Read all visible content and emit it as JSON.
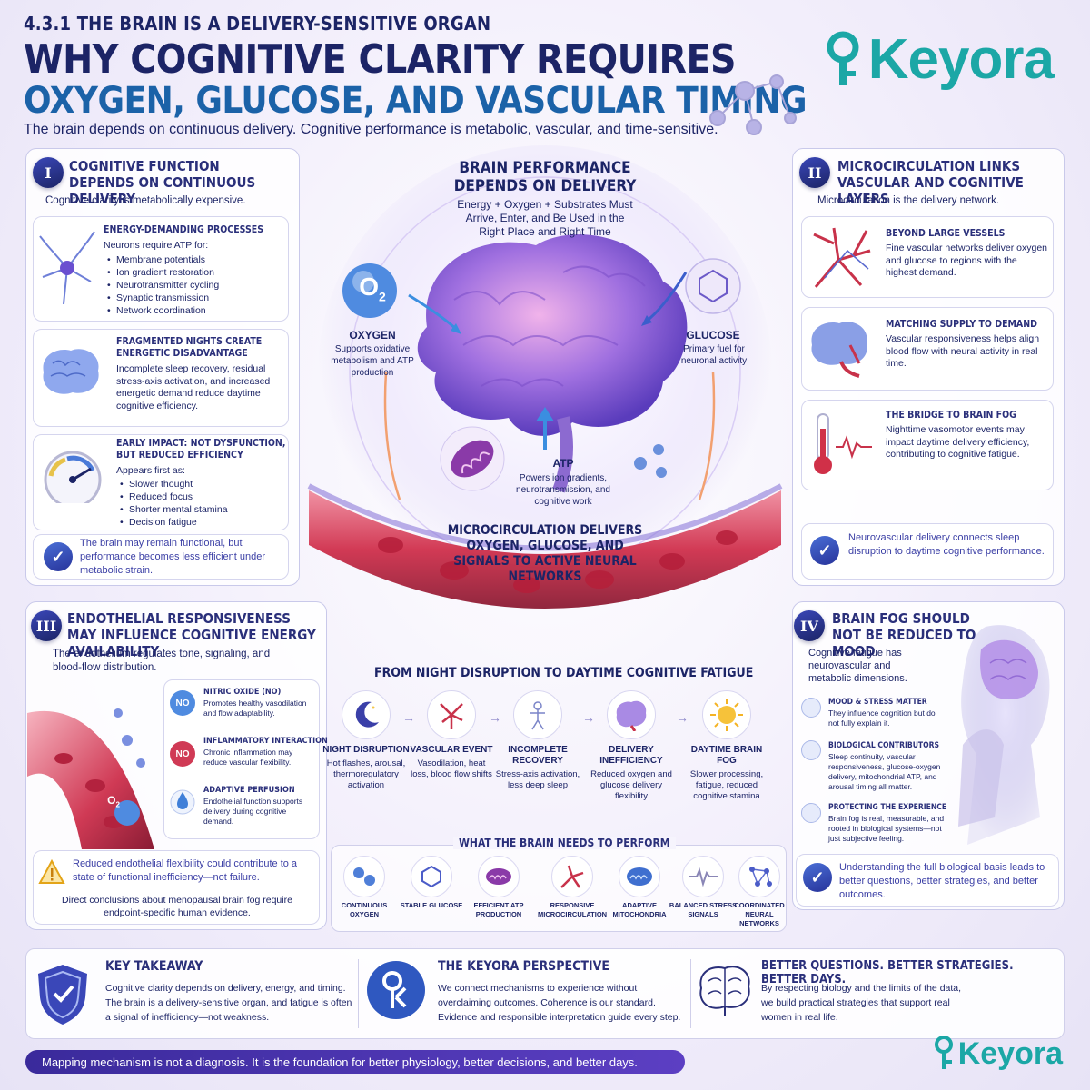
{
  "header": {
    "section_tag": "4.3.1 THE BRAIN IS A DELIVERY-SENSITIVE ORGAN",
    "title_line1": "WHY COGNITIVE CLARITY REQUIRES",
    "title_line2": "OXYGEN, GLUCOSE, AND VASCULAR TIMING",
    "subtitle": "The brain depends on continuous delivery. Cognitive performance is metabolic, vascular, and time-sensitive.",
    "logo_text": "Keyora"
  },
  "panel1": {
    "numeral": "I",
    "title": "COGNITIVE FUNCTION DEPENDS ON CONTINUOUS DELIVERY",
    "subtitle": "Cognitive clarity is metabolically expensive.",
    "energy": {
      "title": "ENERGY-DEMANDING PROCESSES",
      "intro": "Neurons require ATP for:",
      "items": [
        "Membrane potentials",
        "Ion gradient restoration",
        "Neurotransmitter cycling",
        "Synaptic transmission",
        "Network coordination"
      ]
    },
    "fragmented": {
      "title": "FRAGMENTED NIGHTS CREATE ENERGETIC DISADVANTAGE",
      "body": "Incomplete sleep recovery, residual stress-axis activation, and increased energetic demand reduce daytime cognitive efficiency."
    },
    "early": {
      "title": "EARLY IMPACT: NOT DYSFUNCTION, BUT REDUCED EFFICIENCY",
      "intro": "Appears first as:",
      "items": [
        "Slower thought",
        "Reduced focus",
        "Shorter mental stamina",
        "Decision fatigue"
      ]
    },
    "note": "The brain may remain functional, but performance becomes less efficient under metabolic strain."
  },
  "panel2": {
    "numeral": "II",
    "title": "MICROCIRCULATION LINKS VASCULAR AND COGNITIVE LAYERS",
    "subtitle": "Microcirculation is the delivery network.",
    "beyond": {
      "title": "BEYOND LARGE VESSELS",
      "body": "Fine vascular networks deliver oxygen and glucose to regions with the highest demand."
    },
    "matching": {
      "title": "MATCHING SUPPLY TO DEMAND",
      "body": "Vascular responsiveness helps align blood flow with neural activity in real time."
    },
    "bridge": {
      "title": "THE BRIDGE TO BRAIN FOG",
      "body": "Nighttime vasomotor events may impact daytime delivery efficiency, contributing to cognitive fatigue."
    },
    "note": "Neurovascular delivery connects sleep disruption to daytime cognitive performance."
  },
  "center": {
    "title": "BRAIN PERFORMANCE DEPENDS ON DELIVERY",
    "body": "Energy + Oxygen + Substrates Must Arrive, Enter, and Be Used in the Right Place and Right Time",
    "o2_symbol": "O",
    "o2_sub": "2",
    "oxygen_label": "OXYGEN",
    "oxygen_body": "Supports oxidative metabolism and ATP production",
    "glucose_label": "GLUCOSE",
    "glucose_body": "Primary fuel for neuronal activity",
    "atp_label": "ATP",
    "atp_body": "Powers ion gradients, neurotransmission, and cognitive work",
    "micro_title": "MICROCIRCULATION DELIVERS OXYGEN, GLUCOSE, AND SIGNALS TO ACTIVE NEURAL NETWORKS"
  },
  "panel3": {
    "numeral": "III",
    "title": "ENDOTHELIAL RESPONSIVENESS MAY INFLUENCE COGNITIVE ENERGY AVAILABILITY",
    "subtitle": "The endothelium regulates tone, signaling, and blood-flow distribution.",
    "no_badge": "NO",
    "items": [
      {
        "title": "NITRIC OXIDE (NO)",
        "body": "Promotes healthy vasodilation and flow adaptability."
      },
      {
        "title": "INFLAMMATORY INTERACTION",
        "body": "Chronic inflammation may reduce vascular flexibility."
      },
      {
        "title": "ADAPTIVE PERFUSION",
        "body": "Endothelial function supports delivery during cognitive demand."
      }
    ],
    "warning": "Reduced endothelial flexibility could contribute to a state of functional inefficiency—not failure.",
    "conclusion": "Direct conclusions about menopausal brain fog require endpoint-specific human evidence."
  },
  "timeline": {
    "title": "FROM NIGHT DISRUPTION TO DAYTIME COGNITIVE FATIGUE",
    "steps": [
      {
        "title": "NIGHT DISRUPTION",
        "body": "Hot flashes, arousal, thermoregulatory activation"
      },
      {
        "title": "VASCULAR EVENT",
        "body": "Vasodilation, heat loss, blood flow shifts"
      },
      {
        "title": "INCOMPLETE RECOVERY",
        "body": "Stress-axis activation, less deep sleep"
      },
      {
        "title": "DELIVERY INEFFICIENCY",
        "body": "Reduced oxygen and glucose delivery flexibility"
      },
      {
        "title": "DAYTIME BRAIN FOG",
        "body": "Slower processing, fatigue, reduced cognitive stamina"
      }
    ]
  },
  "needs": {
    "title": "WHAT THE BRAIN NEEDS TO PERFORM",
    "items": [
      "CONTINUOUS OXYGEN",
      "STABLE GLUCOSE",
      "EFFICIENT ATP PRODUCTION",
      "RESPONSIVE MICROCIRCULATION",
      "ADAPTIVE MITOCHONDRIA",
      "BALANCED STRESS SIGNALS",
      "COORDINATED NEURAL NETWORKS"
    ]
  },
  "panel4": {
    "numeral": "IV",
    "title": "BRAIN FOG SHOULD NOT BE REDUCED TO MOOD",
    "subtitle": "Cognitive fatigue has neurovascular and metabolic dimensions.",
    "items": [
      {
        "title": "MOOD & STRESS MATTER",
        "body": "They influence cognition but do not fully explain it."
      },
      {
        "title": "BIOLOGICAL CONTRIBUTORS",
        "body": "Sleep continuity, vascular responsiveness, glucose-oxygen delivery, mitochondrial ATP, and arousal timing all matter."
      },
      {
        "title": "PROTECTING THE EXPERIENCE",
        "body": "Brain fog is real, measurable, and rooted in biological systems—not just subjective feeling."
      }
    ],
    "note": "Understanding the full biological basis leads to better questions, better strategies, and better outcomes."
  },
  "bottom": {
    "takeaway": {
      "title": "KEY TAKEAWAY",
      "body": "Cognitive clarity depends on delivery, energy, and timing. The brain is a delivery-sensitive organ, and fatigue is often a signal of inefficiency—not weakness."
    },
    "perspective": {
      "title": "THE KEYORA PERSPECTIVE",
      "body": "We connect mechanisms to experience without overclaiming outcomes. Coherence is our standard. Evidence and responsible interpretation guide every step."
    },
    "better": {
      "title": "BETTER QUESTIONS. BETTER STRATEGIES. BETTER DAYS.",
      "body": "By respecting biology and the limits of the data, we build practical strategies that support real women in real life."
    },
    "footer": "Mapping mechanism is not a diagnosis.  It is the foundation for better physiology, better decisions, and better days.",
    "logo_text": "Keyora"
  },
  "colors": {
    "navy": "#1c2466",
    "teal": "#1ba7a6",
    "purple": "#4b2ea8",
    "blood_red": "#c8324a"
  }
}
